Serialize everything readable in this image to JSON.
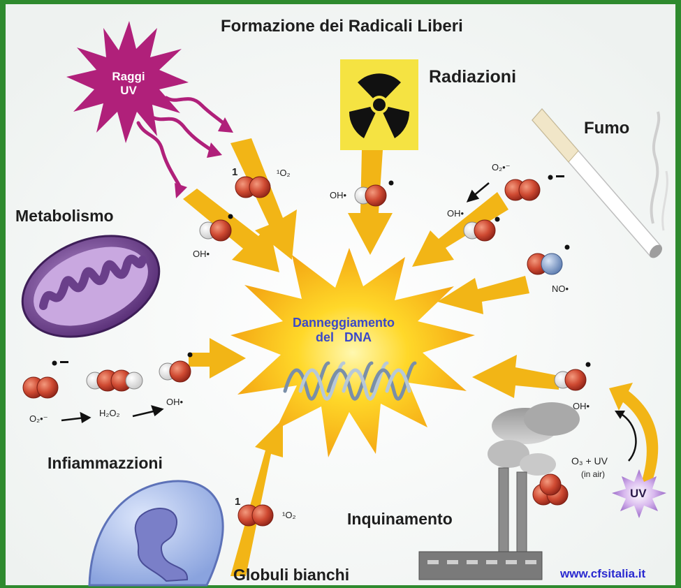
{
  "title": "Formazione dei Radicali Liberi",
  "center_label": {
    "line1": "Danneggiamento",
    "line2": "del   DNA"
  },
  "sources": {
    "raggi_uv": {
      "line1": "Raggi",
      "line2": "UV"
    },
    "radiazioni": "Radiazioni",
    "fumo": "Fumo",
    "metabolismo": "Metabolismo",
    "infiammazioni": "Infiammazzioni",
    "inquinamento": "Inquinamento",
    "globuli_bianchi": "Globuli bianchi",
    "uv_burst": "UV"
  },
  "molecule_labels": {
    "singlet_one": "1",
    "o2_singlet": "¹O₂",
    "oh": "OH•",
    "oh_radiation": "OH•",
    "o2_superoxide": "O₂•⁻",
    "oh_fumo": "OH•",
    "no": "NO•",
    "o2_superoxide_infl": "O₂•⁻",
    "h2o2": "H₂O₂",
    "oh_infl": "OH•",
    "oh_poll": "OH•",
    "o3_uv": "O₃  +  UV",
    "in_air": "(in air)",
    "singlet_one_wbc": "1",
    "o2_singlet_wbc": "¹O₂"
  },
  "watermark": "www.cfsitalia.it",
  "colors": {
    "frame": "#2e8a2e",
    "arrow": "#f2b516",
    "burst_uv": "#b0207a",
    "hazard_bg": "#f5e342",
    "mitochondrion": "#6a3f8a",
    "white_cell": "#9bb2e6",
    "oxygen": "#c2402c",
    "hydrogen": "#f4f4f4",
    "nitrogen": "#7d9cc8",
    "center_text": "#3a48c8",
    "watermark_text": "#2a2ad0"
  }
}
